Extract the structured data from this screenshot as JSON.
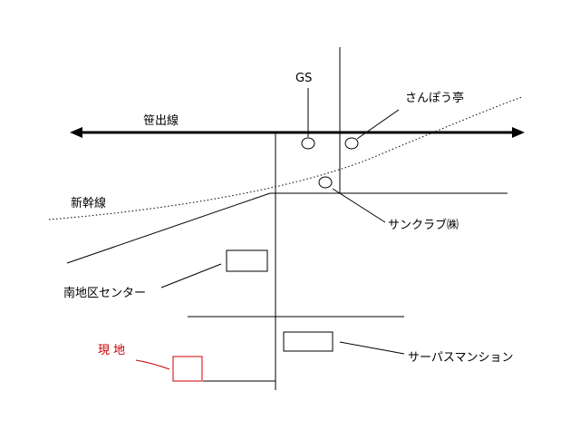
{
  "map": {
    "roads": {
      "sasade_line": "笹出線",
      "shinkansen": "新幹線"
    },
    "landmarks": {
      "gas_station": "GS",
      "sanpou_tei": "さんぽう亭",
      "sunclub": "サンクラブ㈱",
      "minami_center": "南地区センター",
      "super_mansion": "サーパスマンション"
    },
    "site": {
      "label": "現 地"
    },
    "colors": {
      "line": "#000000",
      "site": "#cc0000",
      "background": "#ffffff"
    }
  }
}
